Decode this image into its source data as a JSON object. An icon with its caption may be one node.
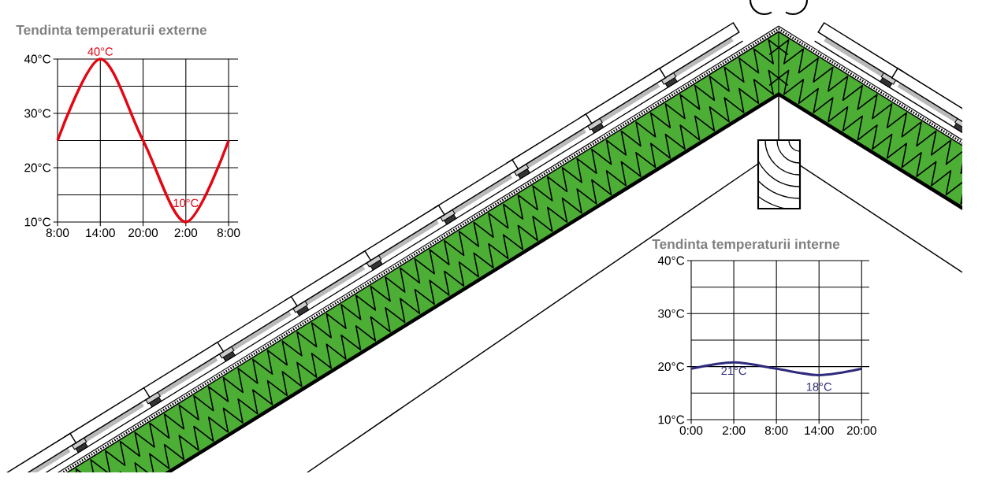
{
  "diagram": {
    "chart_data": [
      {
        "type": "line",
        "title": "Tendinta temperaturii externe",
        "categories": [
          "8:00",
          "14:00",
          "20:00",
          "2:00",
          "8:00"
        ],
        "series": [
          {
            "color": "#e30613",
            "values": [
              25,
              40,
              25,
              10,
              25
            ]
          }
        ],
        "ylim": [
          10,
          40
        ],
        "grid": true,
        "yticks": [
          {
            "value": 10,
            "label": "10°C"
          },
          {
            "value": 20,
            "label": "20°C"
          },
          {
            "value": 30,
            "label": "30°C"
          },
          {
            "value": 40,
            "label": "40°C"
          }
        ],
        "annotations": [
          {
            "x": "14:00",
            "y": 40,
            "text": "40°C"
          },
          {
            "x": "2:00",
            "y": 10,
            "text": "10°C"
          }
        ]
      },
      {
        "type": "line",
        "title": "Tendinta temperaturii interne",
        "categories": [
          "0:00",
          "2:00",
          "8:00",
          "14:00",
          "20:00"
        ],
        "series": [
          {
            "color": "#2e2a7c",
            "values": [
              19.6,
              20.8,
              19.6,
              18.4,
              19.6
            ]
          }
        ],
        "ylim": [
          10,
          40
        ],
        "grid": true,
        "yticks": [
          {
            "value": 10,
            "label": "10°C"
          },
          {
            "value": 20,
            "label": "20°C"
          },
          {
            "value": 30,
            "label": "30°C"
          },
          {
            "value": 40,
            "label": "40°C"
          }
        ],
        "annotations": [
          {
            "x": "2:00",
            "y": 21,
            "text": "21°C"
          },
          {
            "x": "14:00",
            "y": 18,
            "text": "18°C"
          }
        ]
      }
    ]
  }
}
